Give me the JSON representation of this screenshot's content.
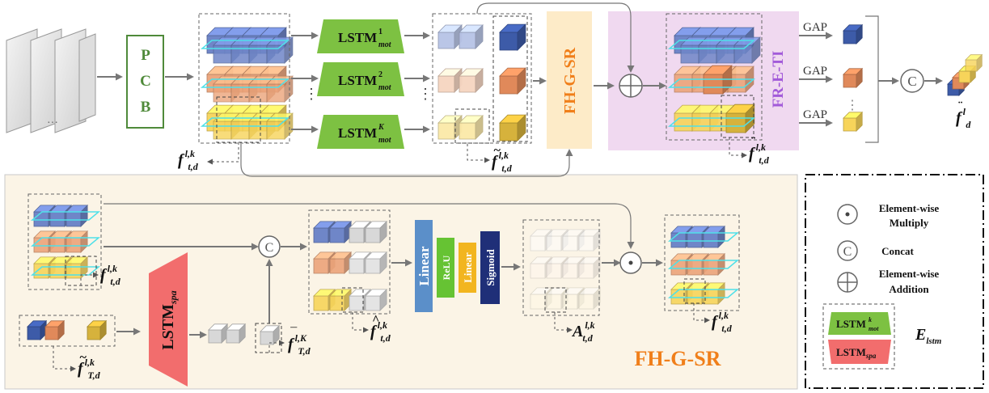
{
  "pcb_letters": [
    "P",
    "C",
    "B"
  ],
  "lstm_mot": {
    "base": "LSTM",
    "superscripts": [
      "1",
      "2",
      "K"
    ],
    "subscript": "mot"
  },
  "lstm_spa": {
    "base": "LSTM",
    "subscript": "spa"
  },
  "fh_g_sr_block": "FH-G-SR",
  "fr_e_ti_block": "FR-E-TI",
  "gap_labels": [
    "GAP",
    "GAP",
    "GAP"
  ],
  "concat_symbol": "C",
  "math_labels": {
    "f_top": {
      "main": "f",
      "sub": "t,d",
      "sup": "l,k"
    },
    "ftilde_top": {
      "main": "f",
      "sub": "t,d",
      "sup": "l,k",
      "accent": "~"
    },
    "fddot_top": {
      "main": "f",
      "sub": "t,d",
      "sup": "l,k",
      "accent": "¨"
    },
    "fddot_out": {
      "main": "f",
      "sub": "d",
      "sup": "l",
      "accent": "¨"
    },
    "f_bottom": {
      "main": "f",
      "sub": "t,d",
      "sup": "l,k"
    },
    "ftilde_T": {
      "main": "f",
      "sub": "T,d",
      "sup": "l,k",
      "accent": "~"
    },
    "fbar_T": {
      "main": "f",
      "sub": "T,d",
      "sup": "l,K",
      "accent": "¯"
    },
    "fhat_bottom": {
      "main": "f",
      "sub": "t,d",
      "sup": "l,k",
      "accent": "^"
    },
    "A_bottom": {
      "main": "A",
      "sub": "t,d",
      "sup": "l,k"
    },
    "f_out_bottom": {
      "main": "f",
      "sub": "t,d",
      "sup": "l,k"
    }
  },
  "gate_layers": [
    "Linear",
    "ReLU",
    "Linear",
    "Sigmoid"
  ],
  "panel_title": "FH-G-SR",
  "legend": {
    "multiply_1": "Element-wise",
    "multiply_2": "Multiply",
    "concat": "Concat",
    "addition_1": "Element-wise",
    "addition_2": "Addition",
    "lstm_mot": {
      "base": "LSTM",
      "sup": "k",
      "sub": "mot"
    },
    "lstm_spa": {
      "base": "LSTM",
      "sub": "spa"
    },
    "e_label": {
      "main": "E",
      "sub": "lstm"
    }
  },
  "colors": {
    "blue": "#6f86c8",
    "orange": "#eca47a",
    "yellow": "#f7d45a",
    "green_lstm": "#7dc142",
    "red_lstm": "#f26d6d",
    "pcb_border": "#4f8a3a",
    "fhgsr_block": "#fdebc8",
    "frti_block": "#f0d9f0",
    "frti_text": "#a25ad9",
    "fhgsr_text": "#f07f1a",
    "bottom_panel": "#fbf4e6",
    "linear": "#5b8fc9",
    "relu": "#66c333",
    "linear2": "#f2b51f",
    "sigmoid": "#1f2f78",
    "cyan_plane": "#4fe0e8"
  }
}
